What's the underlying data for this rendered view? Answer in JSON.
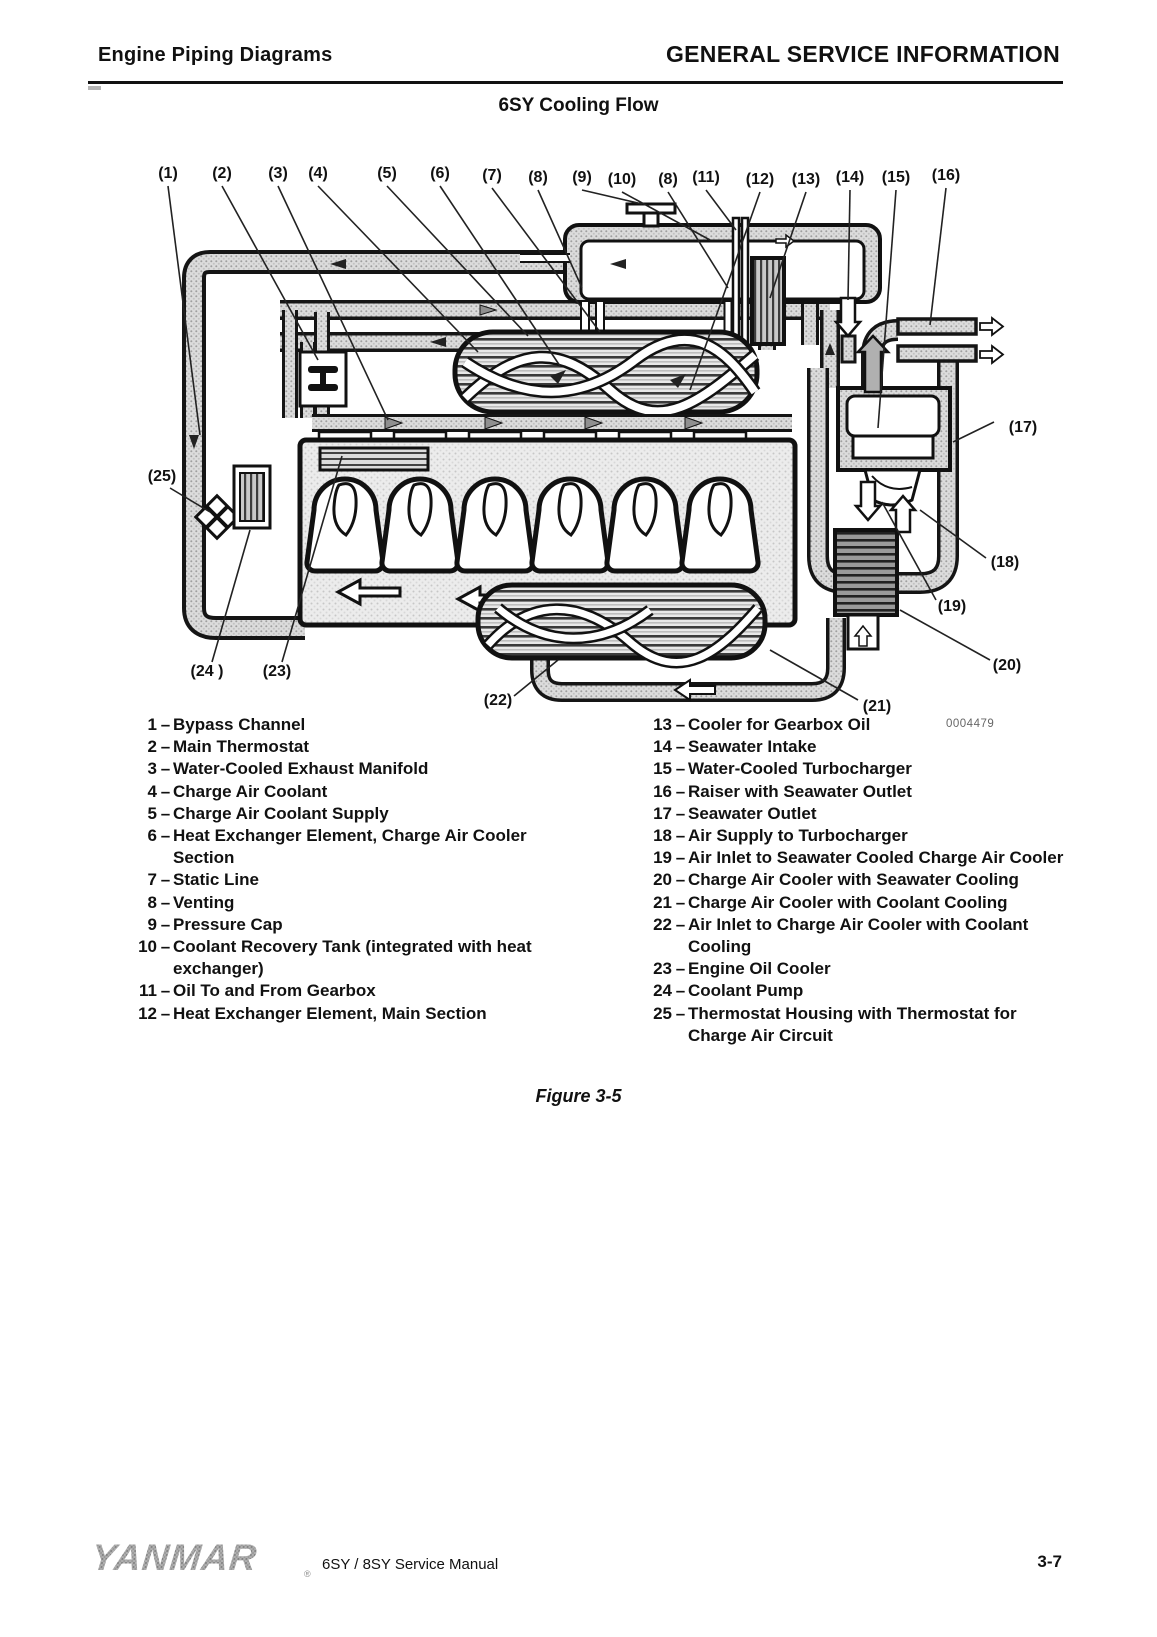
{
  "page": {
    "header_left": "Engine Piping Diagrams",
    "header_right": "GENERAL SERVICE INFORMATION",
    "diagram_title": "6SY Cooling Flow",
    "image_code": "0004479",
    "figure_caption": "Figure 3-5",
    "footer": {
      "logo": "YANMAR",
      "reg_mark": "®",
      "manual": "6SY / 8SY Service Manual",
      "page_number": "3-7"
    }
  },
  "diagram": {
    "description": "6SY engine cooling flow piping diagram with numbered callouts",
    "callouts": [
      {
        "label": "(1)"
      },
      {
        "label": "(2)"
      },
      {
        "label": "(3)"
      },
      {
        "label": "(4)"
      },
      {
        "label": "(5)"
      },
      {
        "label": "(6)"
      },
      {
        "label": "(7)"
      },
      {
        "label": "(8)"
      },
      {
        "label": "(9)"
      },
      {
        "label": "(10)"
      },
      {
        "label": "(8)"
      },
      {
        "label": "(11)"
      },
      {
        "label": "(12)"
      },
      {
        "label": "(13)"
      },
      {
        "label": "(14)"
      },
      {
        "label": "(15)"
      },
      {
        "label": "(16)"
      },
      {
        "label": "(17)"
      },
      {
        "label": "(18)"
      },
      {
        "label": "(19)"
      },
      {
        "label": "(20)"
      },
      {
        "label": "(21)"
      },
      {
        "label": "(22)"
      },
      {
        "label": "(23)"
      },
      {
        "label": "(24 )"
      },
      {
        "label": "(25)"
      }
    ]
  },
  "legend": {
    "separator": "–",
    "left": [
      {
        "num": "1",
        "text": "Bypass Channel"
      },
      {
        "num": "2",
        "text": "Main Thermostat"
      },
      {
        "num": "3",
        "text": "Water-Cooled Exhaust Manifold"
      },
      {
        "num": "4",
        "text": "Charge Air Coolant"
      },
      {
        "num": "5",
        "text": "Charge Air Coolant Supply"
      },
      {
        "num": "6",
        "text": "Heat Exchanger Element, Charge Air Cooler Section"
      },
      {
        "num": "7",
        "text": "Static Line"
      },
      {
        "num": "8",
        "text": "Venting"
      },
      {
        "num": "9",
        "text": "Pressure Cap"
      },
      {
        "num": "10",
        "text": "Coolant Recovery Tank (integrated with heat exchanger)"
      },
      {
        "num": "11",
        "text": "Oil To and From Gearbox"
      },
      {
        "num": "12",
        "text": "Heat Exchanger Element, Main Section"
      }
    ],
    "right": [
      {
        "num": "13",
        "text": "Cooler for Gearbox Oil"
      },
      {
        "num": "14",
        "text": "Seawater Intake"
      },
      {
        "num": "15",
        "text": "Water-Cooled Turbocharger"
      },
      {
        "num": "16",
        "text": "Raiser with Seawater Outlet"
      },
      {
        "num": "17",
        "text": "Seawater Outlet"
      },
      {
        "num": "18",
        "text": "Air Supply to Turbocharger"
      },
      {
        "num": "19",
        "text": "Air Inlet to Seawater Cooled Charge Air Cooler"
      },
      {
        "num": "20",
        "text": "Charge Air Cooler with Seawater Cooling"
      },
      {
        "num": "21",
        "text": "Charge Air Cooler with Coolant Cooling"
      },
      {
        "num": "22",
        "text": "Air Inlet to Charge Air Cooler with Coolant Cooling"
      },
      {
        "num": "23",
        "text": "Engine Oil Cooler"
      },
      {
        "num": "24",
        "text": "Coolant Pump"
      },
      {
        "num": "25",
        "text": "Thermostat Housing with Thermostat for Charge Air Circuit"
      }
    ]
  }
}
